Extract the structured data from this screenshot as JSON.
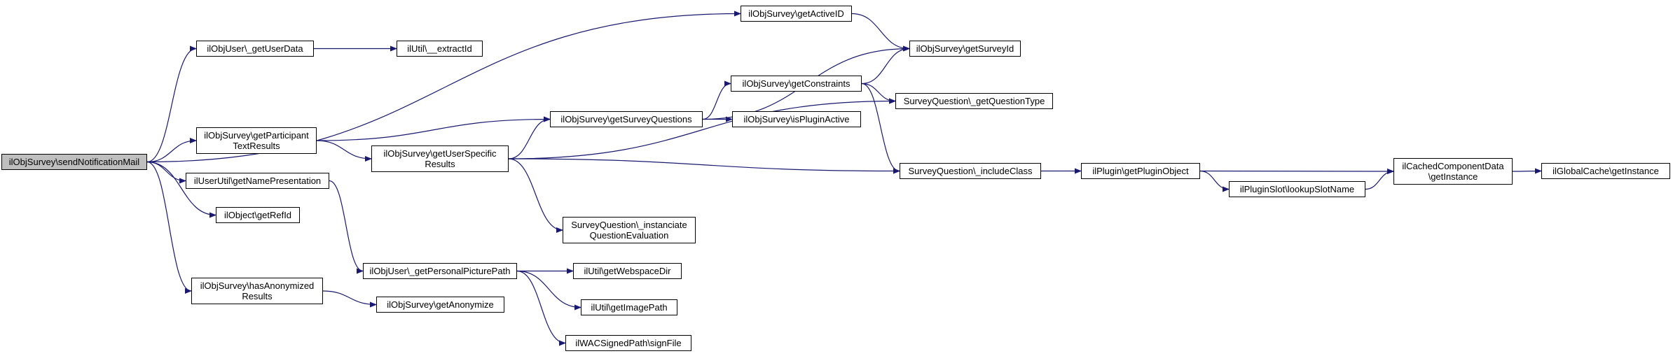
{
  "colors": {
    "edge": "#191970",
    "node_border": "#000000",
    "root_fill": "#bfbfbf",
    "node_fill": "#ffffff"
  },
  "nodes": {
    "root": "ilObjSurvey\\sendNotificationMail",
    "getUserData": "ilObjUser\\_getUserData",
    "extractId": "ilUtil\\__extractId",
    "getActiveID": "ilObjSurvey\\getActiveID",
    "getSurveyId": "ilObjSurvey\\getSurveyId",
    "getParticipantTextResults": "ilObjSurvey\\getParticipant\nTextResults",
    "getSurveyQuestions": "ilObjSurvey\\getSurveyQuestions",
    "getConstraints": "ilObjSurvey\\getConstraints",
    "getQuestionType": "SurveyQuestion\\_getQuestionType",
    "isPluginActive": "ilObjSurvey\\isPluginActive",
    "getUserSpecificResults": "ilObjSurvey\\getUserSpecific\nResults",
    "includeClass": "SurveyQuestion\\_includeClass",
    "getPluginObject": "ilPlugin\\getPluginObject",
    "cachedGetInstance": "ilCachedComponentData\n\\getInstance",
    "globalCacheGetInstance": "ilGlobalCache\\getInstance",
    "lookupSlotName": "ilPluginSlot\\lookupSlotName",
    "instanciateQuestionEvaluation": "SurveyQuestion\\_instanciate\nQuestionEvaluation",
    "getNamePresentation": "ilUserUtil\\getNamePresentation",
    "getRefId": "ilObject\\getRefId",
    "hasAnonymizedResults": "ilObjSurvey\\hasAnonymized\nResults",
    "getAnonymize": "ilObjSurvey\\getAnonymize",
    "getPersonalPicturePath": "ilObjUser\\_getPersonalPicturePath",
    "getWebspaceDir": "ilUtil\\getWebspaceDir",
    "getImagePath": "ilUtil\\getImagePath",
    "signFile": "ilWACSignedPath\\signFile"
  },
  "edges": [
    [
      "root",
      "getUserData"
    ],
    [
      "root",
      "getActiveID"
    ],
    [
      "root",
      "getParticipantTextResults"
    ],
    [
      "root",
      "getNamePresentation"
    ],
    [
      "root",
      "getRefId"
    ],
    [
      "root",
      "hasAnonymizedResults"
    ],
    [
      "getUserData",
      "extractId"
    ],
    [
      "getActiveID",
      "getSurveyId"
    ],
    [
      "getParticipantTextResults",
      "getSurveyQuestions"
    ],
    [
      "getParticipantTextResults",
      "getUserSpecificResults"
    ],
    [
      "getSurveyQuestions",
      "getSurveyId"
    ],
    [
      "getSurveyQuestions",
      "getConstraints"
    ],
    [
      "getSurveyQuestions",
      "isPluginActive"
    ],
    [
      "getConstraints",
      "getSurveyId"
    ],
    [
      "getConstraints",
      "getQuestionType"
    ],
    [
      "getConstraints",
      "includeClass"
    ],
    [
      "getUserSpecificResults",
      "getSurveyQuestions"
    ],
    [
      "getUserSpecificResults",
      "getQuestionType"
    ],
    [
      "getUserSpecificResults",
      "includeClass"
    ],
    [
      "getUserSpecificResults",
      "instanciateQuestionEvaluation"
    ],
    [
      "includeClass",
      "getPluginObject"
    ],
    [
      "getPluginObject",
      "cachedGetInstance"
    ],
    [
      "getPluginObject",
      "lookupSlotName"
    ],
    [
      "lookupSlotName",
      "cachedGetInstance"
    ],
    [
      "cachedGetInstance",
      "globalCacheGetInstance"
    ],
    [
      "getNamePresentation",
      "getPersonalPicturePath"
    ],
    [
      "hasAnonymizedResults",
      "getAnonymize"
    ],
    [
      "getPersonalPicturePath",
      "getWebspaceDir"
    ],
    [
      "getPersonalPicturePath",
      "getImagePath"
    ],
    [
      "getPersonalPicturePath",
      "signFile"
    ]
  ]
}
